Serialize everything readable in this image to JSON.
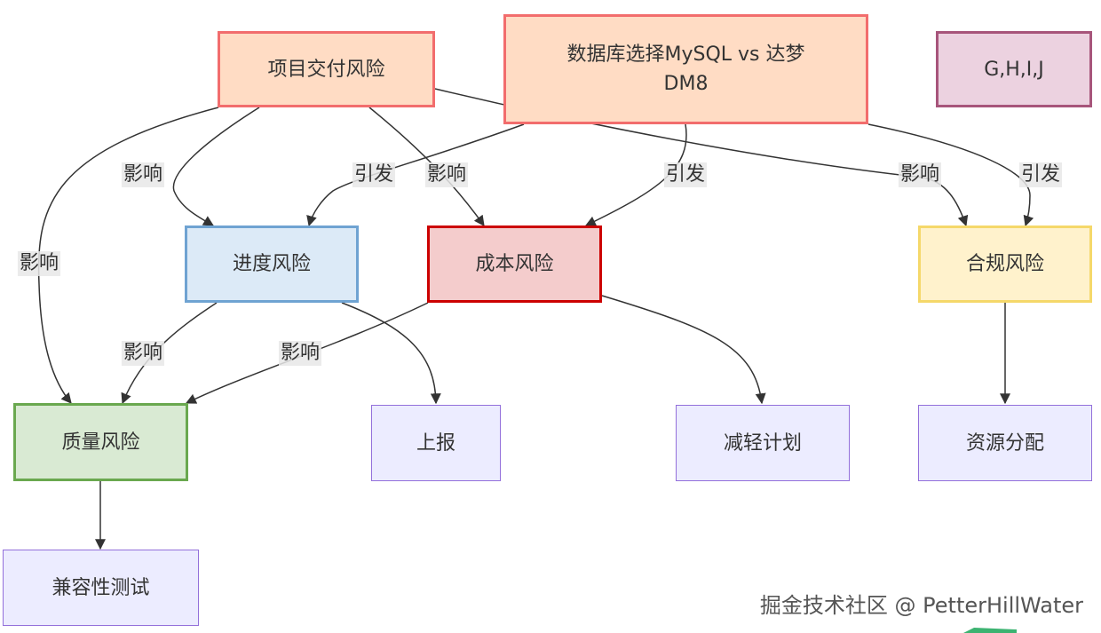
{
  "nodes": {
    "project_risk": {
      "label": "项目交付风险",
      "fill": "#ffdcc4",
      "stroke": "#f26d6d"
    },
    "db_choice": {
      "label_line1": "数据库选择MySQL vs 达梦",
      "label_line2": "DM8",
      "fill": "#ffdcc4",
      "stroke": "#f26d6d"
    },
    "ghij": {
      "label": "G,H,I,J",
      "fill": "#ecd2e0",
      "stroke": "#a7557b"
    },
    "schedule_risk": {
      "label": "进度风险",
      "fill": "#dceaf7",
      "stroke": "#6fa3d2"
    },
    "cost_risk": {
      "label": "成本风险",
      "fill": "#f4cccc",
      "stroke": "#cc0000"
    },
    "compliance_risk": {
      "label": "合规风险",
      "fill": "#fff2cc",
      "stroke": "#f5d86a"
    },
    "quality_risk": {
      "label": "质量风险",
      "fill": "#d9ead3",
      "stroke": "#6aa84f"
    },
    "report": {
      "label": "上报",
      "fill": "#ececff",
      "stroke": "#9370db"
    },
    "mitigation_plan": {
      "label": "减轻计划",
      "fill": "#ececff",
      "stroke": "#9370db"
    },
    "resource_allocation": {
      "label": "资源分配",
      "fill": "#ececff",
      "stroke": "#9370db"
    },
    "compat_test": {
      "label": "兼容性测试",
      "fill": "#ececff",
      "stroke": "#9370db"
    }
  },
  "edge_labels": {
    "impact": "影响",
    "trigger": "引发"
  },
  "watermark": "掘金技术社区 @ PetterHillWater",
  "colors": {
    "edge": "#333333",
    "corner_mark": "#3cb371"
  }
}
